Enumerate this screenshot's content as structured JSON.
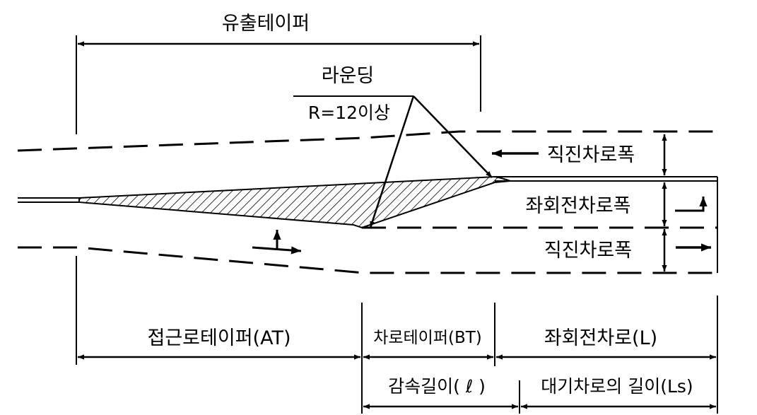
{
  "labels": {
    "diverge_taper": "유출테이퍼",
    "rounding": "라운딩",
    "rounding_radius": "R=12이상",
    "through_lane_width_top": "직진차로폭",
    "left_turn_lane_width": "좌회전차로폭",
    "through_lane_width_bottom": "직진차로폭",
    "approach_taper": "접근로테이퍼(AT)",
    "lane_taper": "차로테이퍼(BT)",
    "left_turn_lane": "좌회전차로(L)",
    "deceleration_length": "감속길이( ℓ )",
    "storage_length": "대기차로의 길이(Ls)"
  },
  "colors": {
    "line": "#000000",
    "background": "#ffffff"
  }
}
